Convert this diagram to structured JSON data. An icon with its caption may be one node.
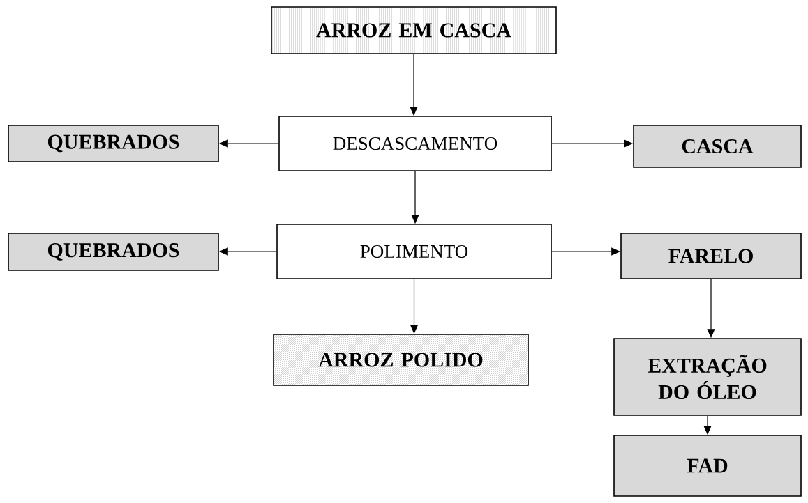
{
  "diagram": {
    "nodes": [
      {
        "text": [
          "ARROZ EM CASCA"
        ]
      },
      {
        "text": [
          "DESCASCAMENTO"
        ]
      },
      {
        "text": [
          "QUEBRADOS"
        ]
      },
      {
        "text": [
          "CASCA"
        ]
      },
      {
        "text": [
          "POLIMENTO"
        ]
      },
      {
        "text": [
          "QUEBRADOS"
        ]
      },
      {
        "text": [
          "FARELO"
        ]
      },
      {
        "text": [
          "ARROZ POLIDO"
        ]
      },
      {
        "text": [
          "EXTRAÇÃO DO ÓLEO"
        ]
      },
      {
        "text": [
          "FAD"
        ]
      }
    ],
    "edges": [
      {
        "from": 0,
        "to": 1,
        "arrow": "to"
      },
      {
        "from": 1,
        "to": 2,
        "arrow": "to"
      },
      {
        "from": 1,
        "to": 3,
        "arrow": "to"
      },
      {
        "from": 1,
        "to": 4,
        "arrow": "to"
      },
      {
        "from": 4,
        "to": 5,
        "arrow": "to"
      },
      {
        "from": 4,
        "to": 6,
        "arrow": "to"
      },
      {
        "from": 4,
        "to": 7,
        "arrow": "to"
      },
      {
        "from": 6,
        "to": 8,
        "arrow": "to"
      },
      {
        "from": 8,
        "to": 9,
        "arrow": "to"
      }
    ]
  }
}
